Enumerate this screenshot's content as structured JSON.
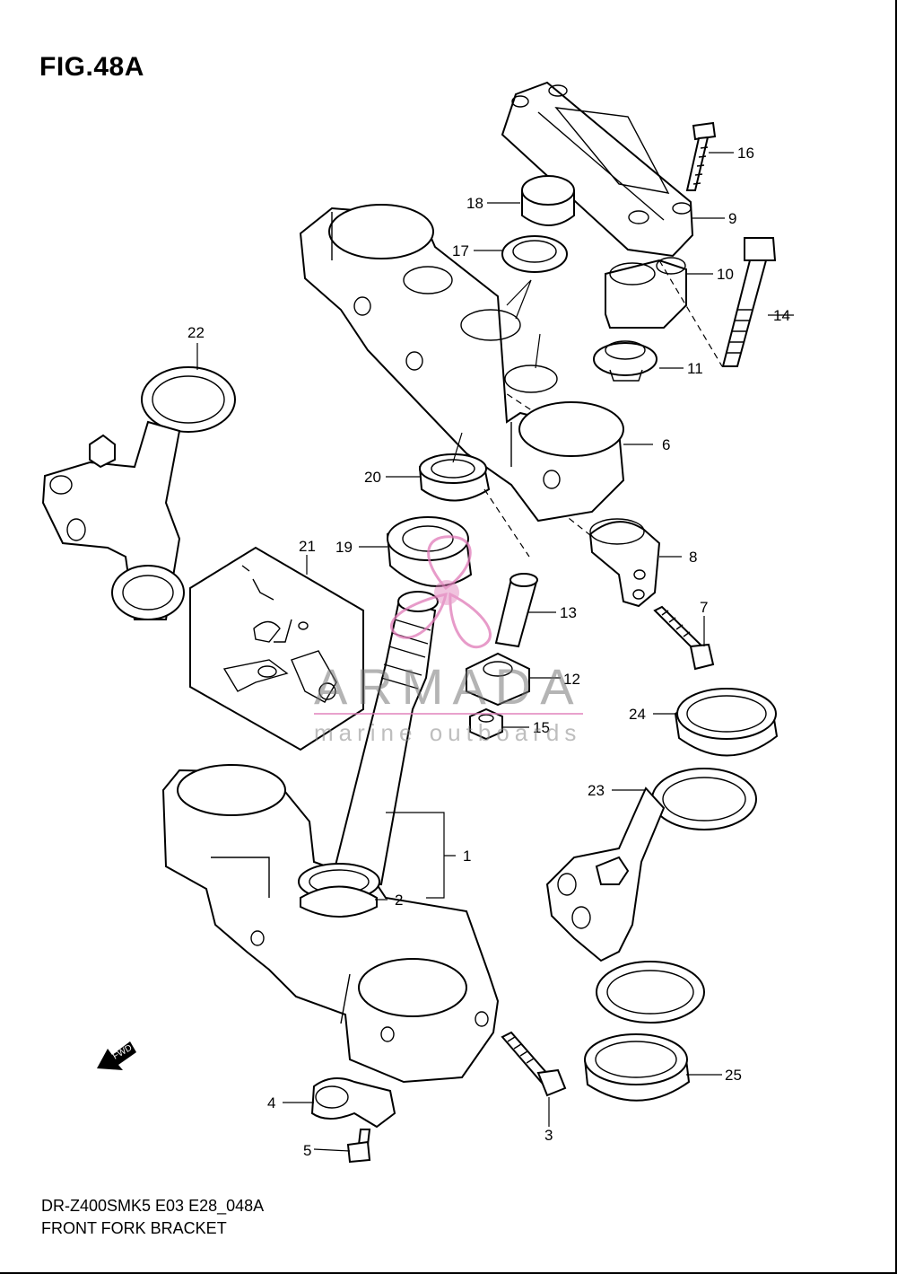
{
  "figure": {
    "title": "FIG.48A",
    "model_code": "DR-Z400SMK5 E03 E28_048A",
    "caption": "FRONT FORK BRACKET"
  },
  "watermark": {
    "brand": "ARMADA",
    "tagline": "marine outboards",
    "accent_color": "#e07ab8"
  },
  "fwd_label": "FWD",
  "callouts": [
    {
      "id": "1",
      "label": "1"
    },
    {
      "id": "2",
      "label": "2"
    },
    {
      "id": "3",
      "label": "3"
    },
    {
      "id": "4",
      "label": "4"
    },
    {
      "id": "5",
      "label": "5"
    },
    {
      "id": "6",
      "label": "6"
    },
    {
      "id": "7",
      "label": "7"
    },
    {
      "id": "8",
      "label": "8"
    },
    {
      "id": "9",
      "label": "9"
    },
    {
      "id": "10",
      "label": "10"
    },
    {
      "id": "11",
      "label": "11"
    },
    {
      "id": "12",
      "label": "12"
    },
    {
      "id": "13",
      "label": "13"
    },
    {
      "id": "14",
      "label": "14"
    },
    {
      "id": "15",
      "label": "15"
    },
    {
      "id": "16",
      "label": "16"
    },
    {
      "id": "17",
      "label": "17"
    },
    {
      "id": "18",
      "label": "18"
    },
    {
      "id": "19",
      "label": "19"
    },
    {
      "id": "20",
      "label": "20"
    },
    {
      "id": "21",
      "label": "21"
    },
    {
      "id": "22",
      "label": "22"
    },
    {
      "id": "23",
      "label": "23"
    },
    {
      "id": "24",
      "label": "24"
    },
    {
      "id": "25",
      "label": "25"
    }
  ]
}
